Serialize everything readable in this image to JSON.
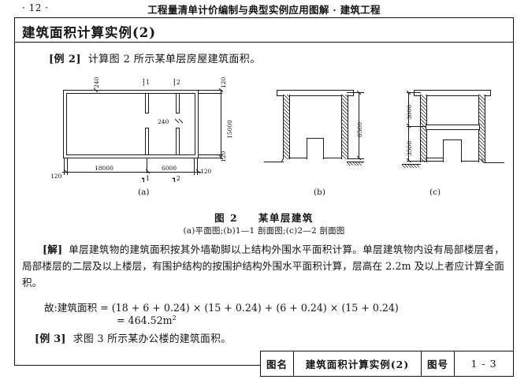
{
  "header": {
    "page_number": "· 12 ·",
    "book_title": "工程量清单计价编制与典型实例应用图解 · 建筑工程"
  },
  "section": {
    "heading": "建筑面积计算实例(2)"
  },
  "example2": {
    "tag": "[例 2]",
    "text": "计算图 2 所示某单层房屋建筑面积。"
  },
  "figure": {
    "caption_number": "图 2",
    "caption_title": "某单层建筑",
    "subcaption": "(a)平面图;(b)1—1 剖面图;(c)2—2 剖面图",
    "labels": {
      "a": "(a)",
      "b": "(b)",
      "c": "(c)"
    },
    "plan": {
      "wall_thickness_outer": "240",
      "wall_thickness_inner": "240",
      "dim_left_offset": "120",
      "dim_main_width": "18000",
      "dim_right_width": "6000",
      "dim_right_offset": "120",
      "dim_top_offset": "120",
      "dim_height": "15000",
      "dim_bottom_offset": "120",
      "section_mark_1_top": "1",
      "section_mark_2_top": "2",
      "section_mark_1_bottom": "1",
      "section_mark_2_bottom": "2"
    },
    "section_b": {
      "height": "6500"
    },
    "section_c": {
      "upper_height": "3000",
      "lower_height": "3500"
    }
  },
  "solution": {
    "tag": "[解]",
    "paragraph": "单层建筑物的建筑面积按其外墙勒脚以上结构外围水平面积计算。单层建筑物内设有局部楼层者，局部楼层的二层及以上楼层，有围护结构的按围护结构外围水平面积计算，层高在 2.2m 及以上者应计算全面积。",
    "formula_line1": "故:建筑面积 = (18 + 6 + 0.24) × (15 + 0.24) + (6 + 0.24) × (15 + 0.24)",
    "formula_line2_prefix": "= 464.52m",
    "formula_line2_sup": "2"
  },
  "example3": {
    "tag": "[例 3]",
    "text": "求图 3 所示某办公楼的建筑面积。"
  },
  "title_block": {
    "name_key": "图名",
    "name_value": "建筑面积计算实例(2)",
    "number_key": "图号",
    "number_value": "1 - 3"
  },
  "colors": {
    "ink": "#141414",
    "line": "#1a1a1a",
    "paper": "#ffffff"
  }
}
